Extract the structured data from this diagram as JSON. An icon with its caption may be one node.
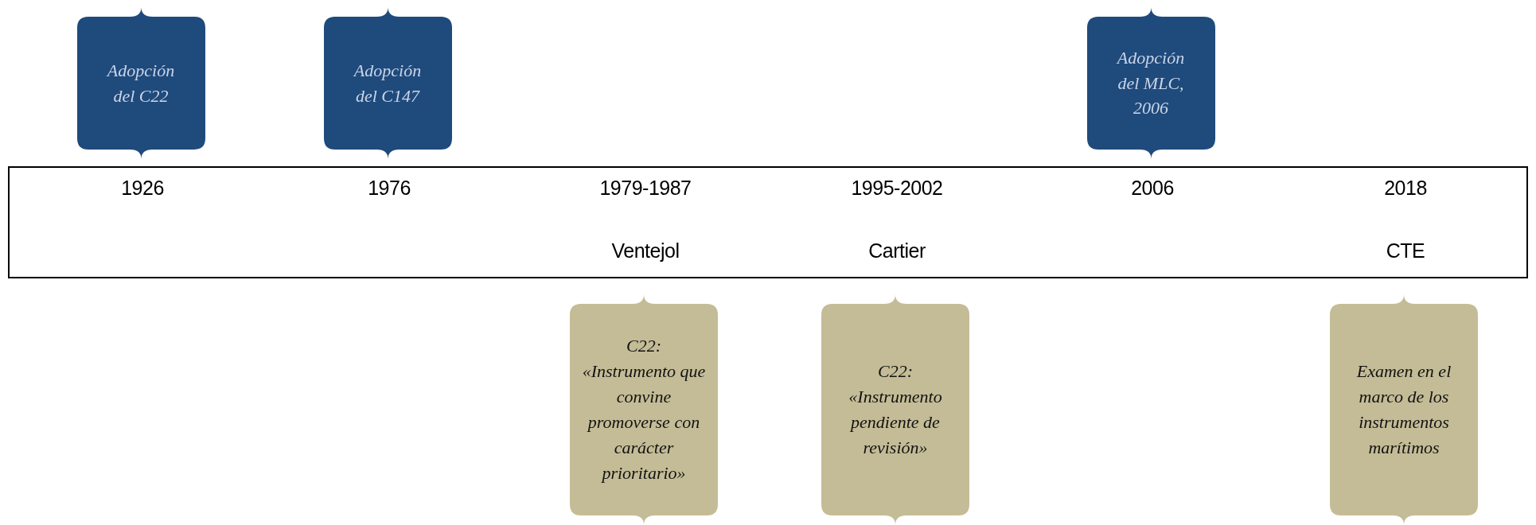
{
  "diagram": {
    "nodes": [
      {
        "text": [
          "1926",
          "1976",
          "1979-1987",
          "Ventejol",
          "1995-2002",
          "Cartier",
          "2006",
          "2018",
          "CTE"
        ]
      },
      {
        "text": [
          "Adopción del C22"
        ]
      },
      {
        "text": [
          "Adopción del C147"
        ]
      },
      {
        "text": [
          "Adopción del MLC, 2006"
        ]
      },
      {
        "text": [
          "C22: «Instrumento que convine promoverse con carácter prioritario»"
        ]
      },
      {
        "text": [
          "C22: «Instrumento pendiente de revisión»"
        ]
      },
      {
        "text": [
          "Examen en el marco de los instrumentos marítimos"
        ]
      }
    ]
  }
}
